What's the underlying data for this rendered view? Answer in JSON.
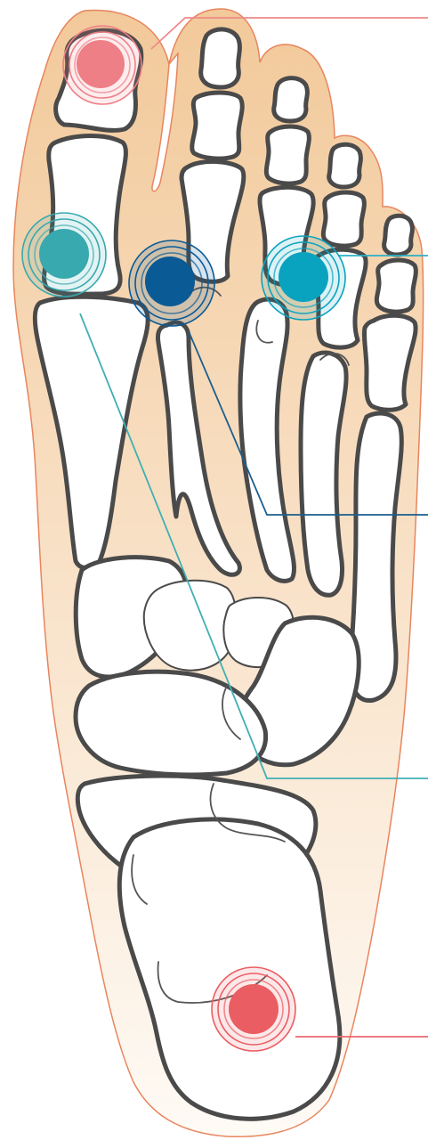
{
  "colors": {
    "skin_top": "#f2c99a",
    "skin_bottom": "#fefaf5",
    "skin_outline": "#e8855e",
    "bone_outline": "#4a4a4a",
    "marker_big_toe": "#ef7f86",
    "marker_first_mtp": "#38a9ae",
    "marker_second_mtp": "#0a5a96",
    "marker_third_mtp": "#0aa3bf",
    "marker_heel": "#ea5d62",
    "callout_pink": "#ef8a8a",
    "callout_teal": "#3fb0b3",
    "callout_navy": "#1b5f8f",
    "callout_cyan": "#2bb0c4",
    "callout_red": "#e96a70"
  },
  "markers": [
    {
      "id": "big-toe-tip",
      "color": "#ef7f86"
    },
    {
      "id": "first-mtp-joint",
      "color": "#38a9ae"
    },
    {
      "id": "second-mtp-joint",
      "color": "#0a5a96"
    },
    {
      "id": "third-mtp-joint",
      "color": "#0aa3bf"
    },
    {
      "id": "heel",
      "color": "#ea5d62"
    }
  ]
}
